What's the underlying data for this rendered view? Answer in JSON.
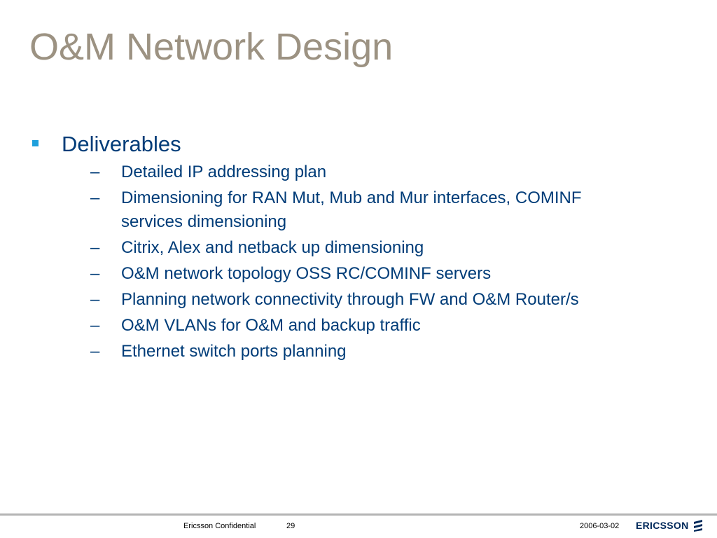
{
  "slide": {
    "title": "O&M Network Design",
    "bullet": "Deliverables",
    "items": [
      "Detailed IP addressing plan",
      "Dimensioning for RAN Mut, Mub and Mur interfaces, COMINF services dimensioning",
      "Citrix, Alex and netback up dimensioning",
      "O&M network topology OSS RC/COMINF servers",
      "Planning network connectivity through FW and O&M Router/s",
      "O&M VLANs for O&M and backup traffic",
      "Ethernet switch ports planning"
    ],
    "dash": "–"
  },
  "footer": {
    "confidential": "Ericsson Confidential",
    "page": "29",
    "date": "2006-03-02",
    "logo_text": "ERICSSON"
  },
  "colors": {
    "title": "#9c9282",
    "body_text": "#003c78",
    "bullet": "#1fa0dc",
    "footer_line": "#b4b4b4",
    "logo": "#00285a"
  },
  "icons": {
    "bullet": "square-bullet-icon",
    "logo": "ericsson-logo-icon"
  }
}
